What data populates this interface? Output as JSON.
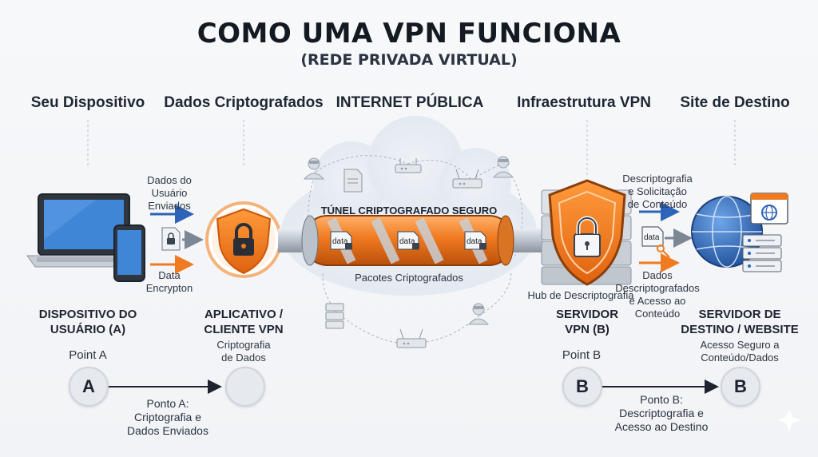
{
  "title": "COMO UMA VPN FUNCIONA",
  "subtitle": "(REDE PRIVADA VIRTUAL)",
  "columns": {
    "device": "Seu Dispositivo",
    "encrypted": "Dados Criptografados",
    "internet": "INTERNET PÚBLICA",
    "infra": "Infraestrutura VPN",
    "destination": "Site de Destino"
  },
  "left_flow": {
    "top_line1": "Dados do",
    "top_line2": "Usuário",
    "top_line3": "Enviados",
    "bottom_line1": "Data",
    "bottom_line2": "Encrypton"
  },
  "tunnel": {
    "title": "TÚNEL CRIPTOGRAFADO SEGURO",
    "packet_label": "data",
    "caption": "Pacotes Criptografados"
  },
  "right_flow": {
    "top_line1": "Descriptografia",
    "top_line2": "e Solicitação",
    "top_line3": "de Conteúdo",
    "packet_label": "data",
    "bottom_line1": "Dados",
    "bottom_line2": "Descriptografados",
    "bottom_line3": "e Acesso ao",
    "bottom_line4": "Conteúdo",
    "hub_label": "Hub de Descriptografia"
  },
  "nodes": {
    "device_line1": "DISPOSITIVO DO",
    "device_line2": "USUÁRIO (A)",
    "client_line1": "APLICATIVO /",
    "client_line2": "CLIENTE VPN",
    "client_sub1": "Criptografia",
    "client_sub2": "de Dados",
    "server_line1": "SERVIDOR",
    "server_line2": "VPN (B)",
    "dest_line1": "SERVIDOR DE",
    "dest_line2": "DESTINO / WEBSITE",
    "dest_sub1": "Acesso Seguro a",
    "dest_sub2": "Conteúdo/Dados"
  },
  "points": {
    "a_label": "Point A",
    "a_letter": "A",
    "a_caption1": "Ponto A:",
    "a_caption2": "Criptografia e",
    "a_caption3": "Dados Enviados",
    "b_label": "Point B",
    "b_letter": "B",
    "b_caption1": "Ponto B:",
    "b_caption2": "Descriptografia e",
    "b_caption3": "Acesso ao Destino"
  },
  "colors": {
    "orange": "#f07a1f",
    "blue": "#2d63b8",
    "gray": "#7d8794"
  }
}
